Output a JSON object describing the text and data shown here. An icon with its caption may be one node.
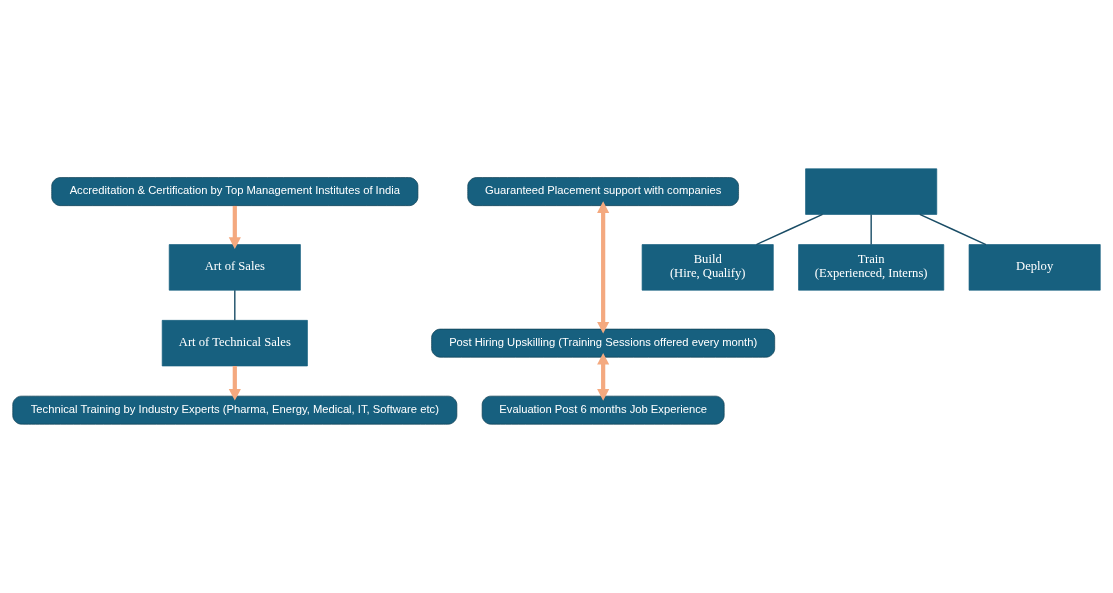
{
  "diagram": {
    "nodes": [
      {
        "text": [
          "Accreditation & Certification by Top Management Institutes of India"
        ]
      },
      {
        "text": [
          "Guaranteed Placement support with companies"
        ]
      },
      {
        "text": [],
        "shape": "box"
      },
      {
        "text": [
          "Art of Sales"
        ]
      },
      {
        "text": [
          "Build",
          "(Hire, Qualify)"
        ]
      },
      {
        "text": [
          "Post Hiring Upskilling (Training Sessions offered every month)"
        ]
      },
      {
        "text": [
          "Train",
          "(Experienced, Interns)"
        ]
      },
      {
        "text": [
          "Art of Technical Sales"
        ]
      },
      {
        "text": [
          "Deploy"
        ]
      },
      {
        "text": [
          "Technical Training by Industry Experts (Pharma, Energy, Medical, IT, Software etc)"
        ]
      },
      {
        "text": [
          "Evaluation Post 6 months Job Experience"
        ]
      }
    ],
    "edges": [
      {
        "from": 0,
        "to": 3,
        "arrow": "to",
        "style": "thick",
        "color": "#f4a97f"
      },
      {
        "from": 2,
        "to": 4,
        "arrow": "none",
        "color": "#1a4d66"
      },
      {
        "from": 2,
        "to": 6,
        "arrow": "none",
        "color": "#1a4d66"
      },
      {
        "from": 2,
        "to": 8,
        "arrow": "none",
        "color": "#1a4d66"
      },
      {
        "from": 3,
        "to": 7,
        "arrow": "none",
        "color": "#1a4d66"
      },
      {
        "from": 7,
        "to": 9,
        "arrow": "to",
        "style": "thick",
        "color": "#f4a97f"
      },
      {
        "from": 1,
        "to": 5,
        "arrow": "both",
        "style": "thick",
        "color": "#f4a97f"
      },
      {
        "from": 5,
        "to": 10,
        "arrow": "both",
        "style": "thick",
        "color": "#f4a97f"
      }
    ]
  }
}
